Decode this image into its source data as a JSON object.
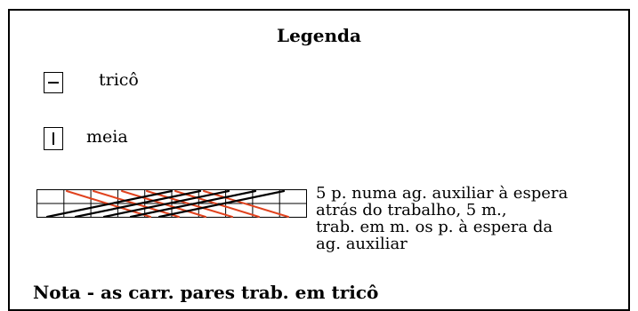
{
  "legend": {
    "title": "Legenda",
    "items": [
      {
        "icon": "purl-dash-icon",
        "label": "tricô"
      },
      {
        "icon": "knit-bar-icon",
        "label": "meia"
      }
    ],
    "cable": {
      "icon": "cable-cross-icon",
      "description_lines": [
        "5 p. numa ag. auxiliar à espera",
        "atrás do trabalho, 5 m.,",
        "trab. em m. os p. à espera da",
        "ag. auxiliar"
      ],
      "colors": {
        "black_strands": "#000000",
        "red_strands": "#e0421e"
      }
    },
    "note": "Nota - as carr. pares trab. em tricô"
  }
}
